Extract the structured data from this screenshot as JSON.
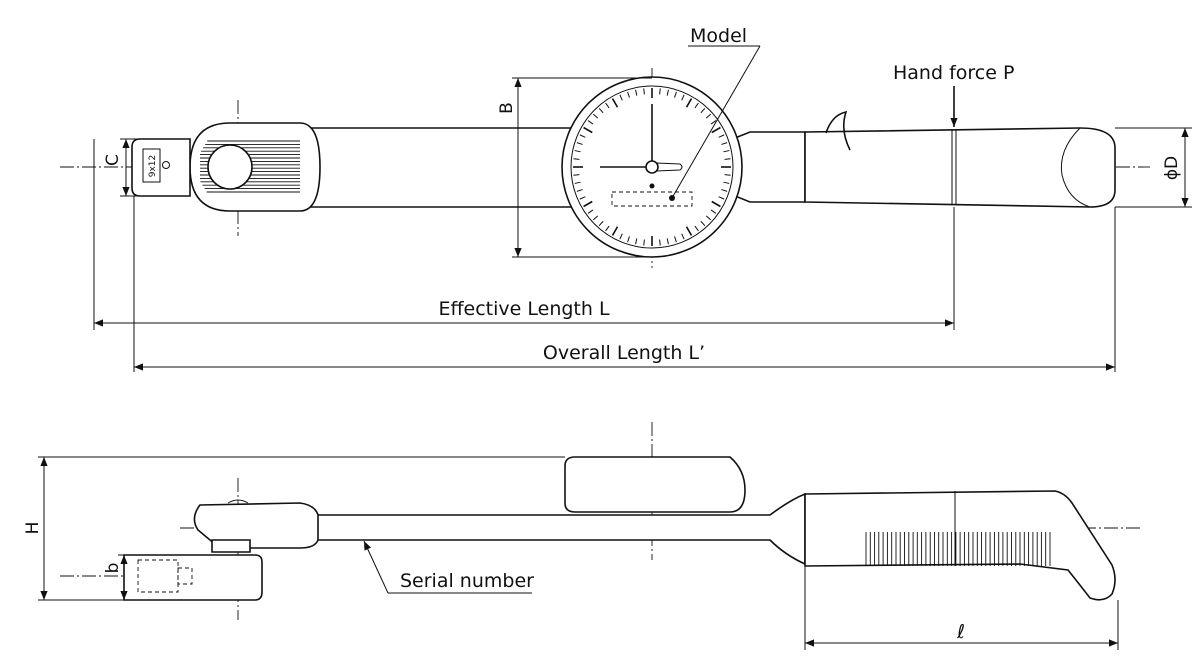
{
  "labels": {
    "model": "Model",
    "hand_force": "Hand force P",
    "effective_length": "Effective Length L",
    "overall_length": "Overall Length L’",
    "serial_number": "Serial number",
    "dim_b_upper": "B",
    "dim_c": "C",
    "dim_phi_d": "ϕD",
    "dim_h": "H",
    "dim_b_lower": "b",
    "dim_l_grip": "ℓ",
    "head_marking": "9x12"
  },
  "dial": {
    "tick_count": 60
  },
  "grip": {
    "knurl_lines": 44
  },
  "colors": {
    "line": "#111111",
    "background": "#ffffff"
  }
}
